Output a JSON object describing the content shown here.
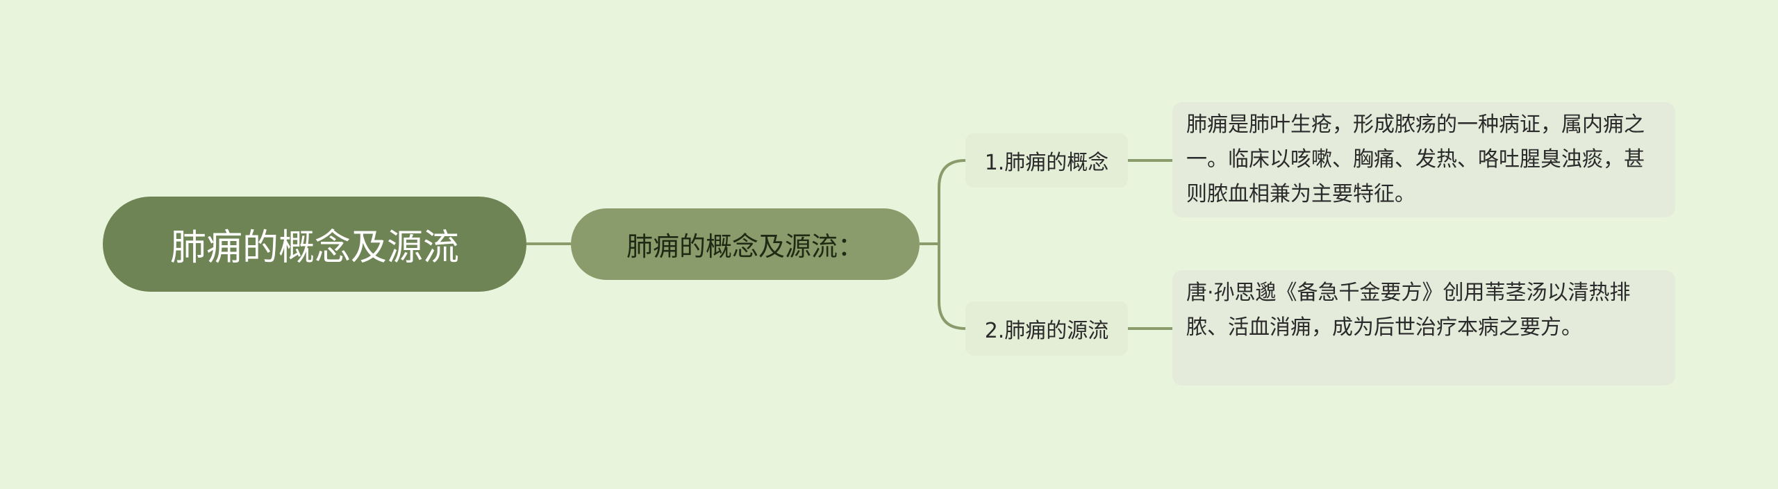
{
  "mindmap": {
    "root": {
      "label": "肺痈的概念及源流"
    },
    "level1": {
      "label": "肺痈的概念及源流："
    },
    "branches": [
      {
        "label": "1.肺痈的概念",
        "detail": "肺痈是肺叶生疮，形成脓疡的一种病证，属内痈之一。临床以咳嗽、胸痛、发热、咯吐腥臭浊痰，甚则脓血相兼为主要特征。"
      },
      {
        "label": "2.肺痈的源流",
        "detail": "唐·孙思邈《备急千金要方》创用苇茎汤以清热排脓、活血消痈，成为后世治疗本病之要方。"
      }
    ]
  },
  "colors": {
    "background": "#e8f4dc",
    "root_fill": "#6f8455",
    "level1_fill": "#8a9c6b",
    "connector": "#8a9c6b"
  }
}
